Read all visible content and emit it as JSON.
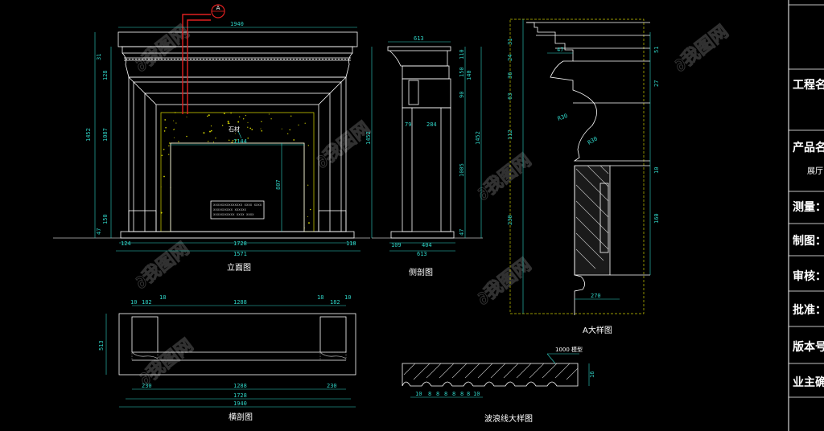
{
  "colors": {
    "background": "#000000",
    "lines": "#ffffff",
    "dimensions": "#2fd3c6",
    "section_marker": "#e02020",
    "stone_hatch": "#d6d600",
    "detail_border": "#c8c800"
  },
  "views": {
    "elevation": {
      "caption": "立面图",
      "stone_label": "石材",
      "overall_width": "1940",
      "opening_width": "1144",
      "base_width": "1728",
      "bottom_total": "1571",
      "base_left": "124",
      "base_right": "118",
      "total_height": "1452",
      "height_1087": "1087",
      "height_128": "128",
      "height_31": "31",
      "height_150": "150",
      "height_47": "47",
      "opening_height": "807",
      "section_marker": "A"
    },
    "side": {
      "caption": "侧剖图",
      "top_width": "613",
      "mid_width": "284",
      "inner_width": "404",
      "bottom_width": "613",
      "left_small": "109",
      "left_mid": "79",
      "heights": [
        "110",
        "150",
        "140",
        "90",
        "1005",
        "47"
      ],
      "total_height": "1452"
    },
    "detail_a": {
      "caption": "A大样图",
      "dims_left": [
        "31",
        "24",
        "36",
        "63",
        "112",
        "230"
      ],
      "dims_right": [
        "51",
        "27",
        "10",
        "160"
      ],
      "radius_1": "R30",
      "radius_2": "R30",
      "width_47": "47",
      "bottom_270": "270"
    },
    "plan": {
      "caption": "横剖图",
      "top_dims": [
        "10",
        "182",
        "18",
        "1288",
        "18",
        "182",
        "10"
      ],
      "bottom_dims": [
        "230",
        "1288",
        "230"
      ],
      "width_1728": "1728",
      "width_1940": "1940",
      "depth": "513"
    },
    "wave": {
      "caption": "波浪线大样图",
      "label": "1000 模型",
      "dims": [
        "10",
        "8",
        "8",
        "8",
        "8",
        "8",
        "8",
        "10"
      ],
      "height": "16"
    }
  },
  "title_block": {
    "rows": [
      {
        "label": "工程名"
      },
      {
        "label": "产品名",
        "sub": "展厅"
      },
      {
        "label": "测量："
      },
      {
        "label": "制图："
      },
      {
        "label": "审核："
      },
      {
        "label": "批准："
      },
      {
        "label": "版本号"
      },
      {
        "label": "业主确"
      }
    ]
  }
}
